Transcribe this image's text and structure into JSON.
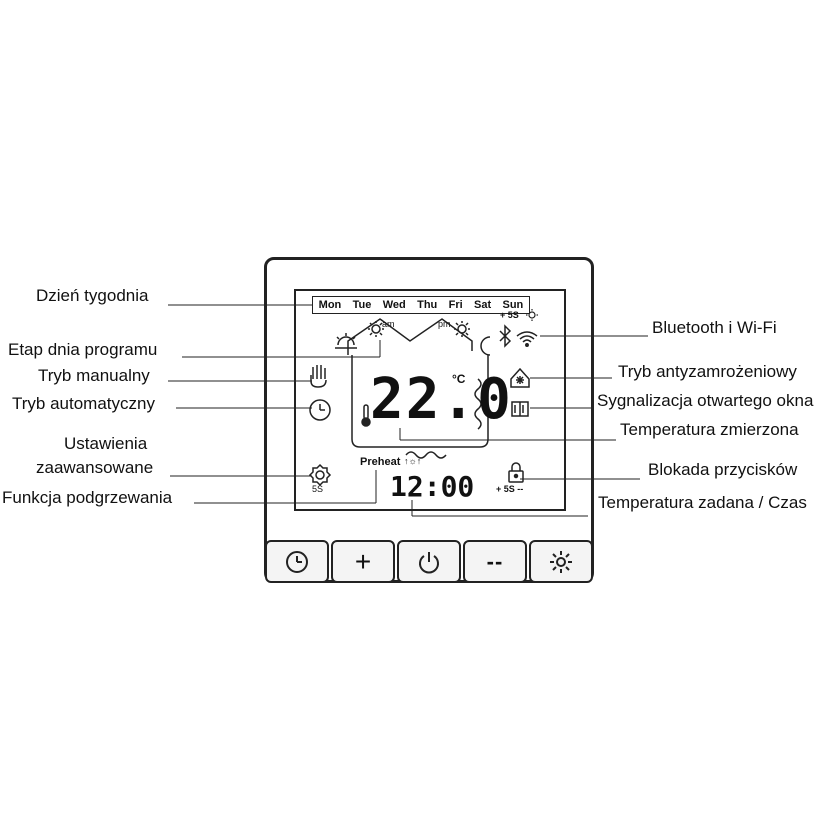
{
  "labels_left": {
    "day_of_week": "Dzień tygodnia",
    "program_stage": "Etap dnia programu",
    "manual_mode": "Tryb manualny",
    "auto_mode": "Tryb automatyczny",
    "advanced_settings_line1": "Ustawienia",
    "advanced_settings_line2": "zaawansowane",
    "preheat_function": "Funkcja podgrzewania"
  },
  "labels_right": {
    "bluetooth_wifi": "Bluetooth i Wi-Fi",
    "antifreeze_mode": "Tryb antyzamrożeniowy",
    "open_window": "Sygnalizacja otwartego okna",
    "measured_temp": "Temperatura zmierzona",
    "key_lock": "Blokada przycisków",
    "set_temp_time": "Temperatura zadana / Czas"
  },
  "display": {
    "days": [
      "Mon",
      "Tue",
      "Wed",
      "Thu",
      "Fri",
      "Sat",
      "Sun"
    ],
    "am": "am",
    "pm": "pm",
    "temperature": "22.0",
    "unit": "°C",
    "preheat": "Preheat",
    "time": "12:00",
    "plus_5s": "+ 5S",
    "lock_hint": "+ 5S --",
    "gear_hint": "5S"
  },
  "buttons": {
    "clock": "clock-icon",
    "plus": "+",
    "power": "power-icon",
    "minus": "--",
    "light": "sun-icon"
  }
}
